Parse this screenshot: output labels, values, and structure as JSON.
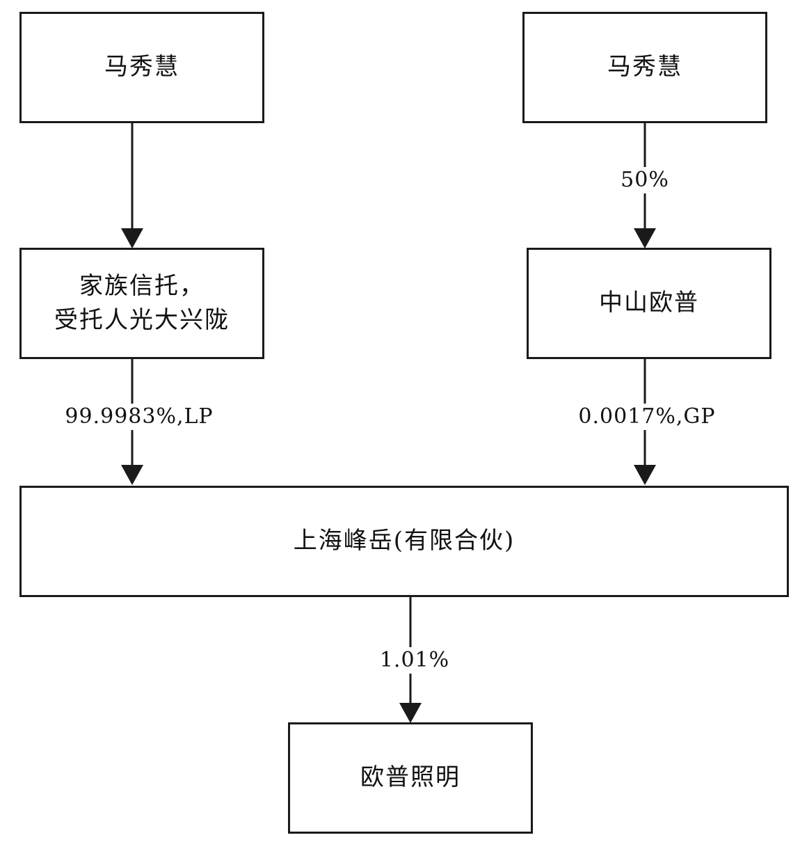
{
  "nodes": {
    "owner_left": {
      "label": "马秀慧"
    },
    "owner_right": {
      "label": "马秀慧"
    },
    "family_trust": {
      "line1": "家族信托，",
      "line2": "受托人光大兴陇"
    },
    "zhongshan_opple": {
      "label": "中山欧普"
    },
    "shanghai_fengyue": {
      "label": "上海峰岳(有限合伙)"
    },
    "opple_lighting": {
      "label": "欧普照明"
    }
  },
  "edges": {
    "owner_right_to_zhongshan": {
      "label": "50%"
    },
    "trust_to_fengyue": {
      "label": "99.9983%,LP"
    },
    "zhongshan_to_fengyue": {
      "label": "0.0017%,GP"
    },
    "fengyue_to_opple": {
      "label": "1.01%"
    }
  },
  "colors": {
    "line": "#1a1a1a",
    "background": "#ffffff"
  }
}
